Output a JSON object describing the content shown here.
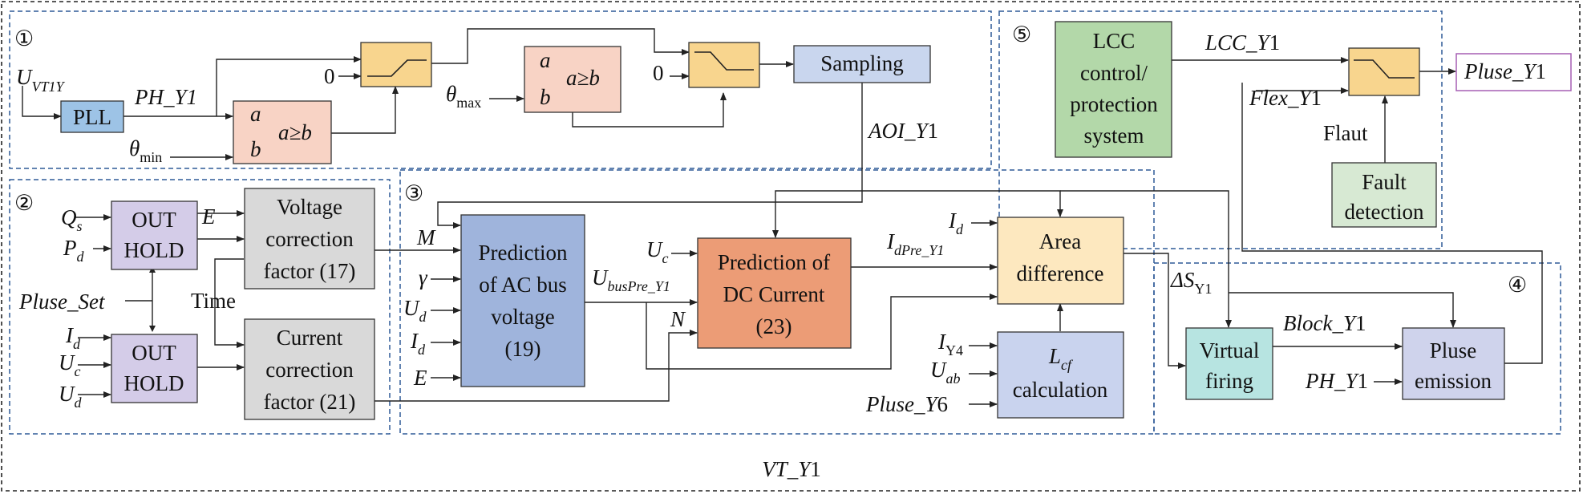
{
  "diagram": {
    "frame_label": "VT_Y1",
    "sections": {
      "s1": "①",
      "s2": "②",
      "s3": "③",
      "s4": "④",
      "s5": "⑤"
    },
    "blocks": {
      "pll": "PLL",
      "sampling": "Sampling",
      "out_hold_1": [
        "OUT",
        "HOLD"
      ],
      "out_hold_2": [
        "OUT",
        "HOLD"
      ],
      "voltage_correction": [
        "Voltage",
        "correction",
        "factor (17)"
      ],
      "current_correction": [
        "Current",
        "correction",
        "factor (21)"
      ],
      "prediction_ac": [
        "Prediction",
        "of AC bus",
        "voltage",
        "(19)"
      ],
      "prediction_dc": [
        "Prediction of",
        "DC Current",
        "(23)"
      ],
      "area_difference": [
        "Area",
        "difference"
      ],
      "lcf_calc": "calculation",
      "lcc_control": [
        "LCC",
        "control/",
        "protection",
        "system"
      ],
      "fault_detection": [
        "Fault",
        "detection"
      ],
      "virtual_firing": [
        "Virtual",
        "firing"
      ],
      "pluse_emission": [
        "Pluse",
        "emission"
      ],
      "output": "Pluse_Y1"
    },
    "comparators": {
      "a": "a",
      "b": "b",
      "ge": "a≥b"
    },
    "signals": {
      "u_vt1y": "U",
      "u_vt1y_sub": "VT1Y",
      "ph_y1_top": "PH_Y1",
      "theta": "θ",
      "min": "min",
      "max": "max",
      "zero": "0",
      "aoi_y1": "AOI_Y1",
      "lcc_y1": "LCC_Y1",
      "flex_y1": "Flex_Y1",
      "flaut": "Flaut",
      "q": "Q",
      "q_sub": "s",
      "p": "P",
      "p_sub": "d",
      "e": "E",
      "pluse_set": "Pluse_Set",
      "time": "Time",
      "i": "I",
      "i_sub": "d",
      "u": "U",
      "c_sub": "c",
      "d_sub": "d",
      "m": "M",
      "gamma": "γ",
      "u_bus": "U",
      "u_bus_sub": "busPre_Y1",
      "n": "N",
      "i_dpre": "I",
      "i_dpre_sub": "dPre_Y1",
      "i_y4": "I",
      "y4_sub": "Y4",
      "ab_sub": "ab",
      "pluse_y6": "Pluse_Y6",
      "l": "L",
      "cf_sub": "cf",
      "delta_s": "ΔS",
      "y1_sub": "Y1",
      "block_y1": "Block_Y1",
      "ph_y1": "PH_Y1"
    }
  },
  "colors": {
    "pll": "#9dc3e6",
    "switch": "#f8d58e",
    "comparator": "#f8d3c5",
    "sampling": "#c9d6ee",
    "out_hold": "#d4cce8",
    "correction": "#d9d9d9",
    "prediction_ac": "#9fb4dc",
    "prediction_dc": "#ec9c76",
    "area_difference": "#fde8bf",
    "lcf": "#c9d3ee",
    "lcc": "#b3d8a9",
    "fault": "#d7e9d3",
    "virtual_firing": "#b7e4e1",
    "pluse_emission": "#cfd3ec",
    "output_border": "#a55fb4",
    "section_border": "#2e5a97"
  }
}
